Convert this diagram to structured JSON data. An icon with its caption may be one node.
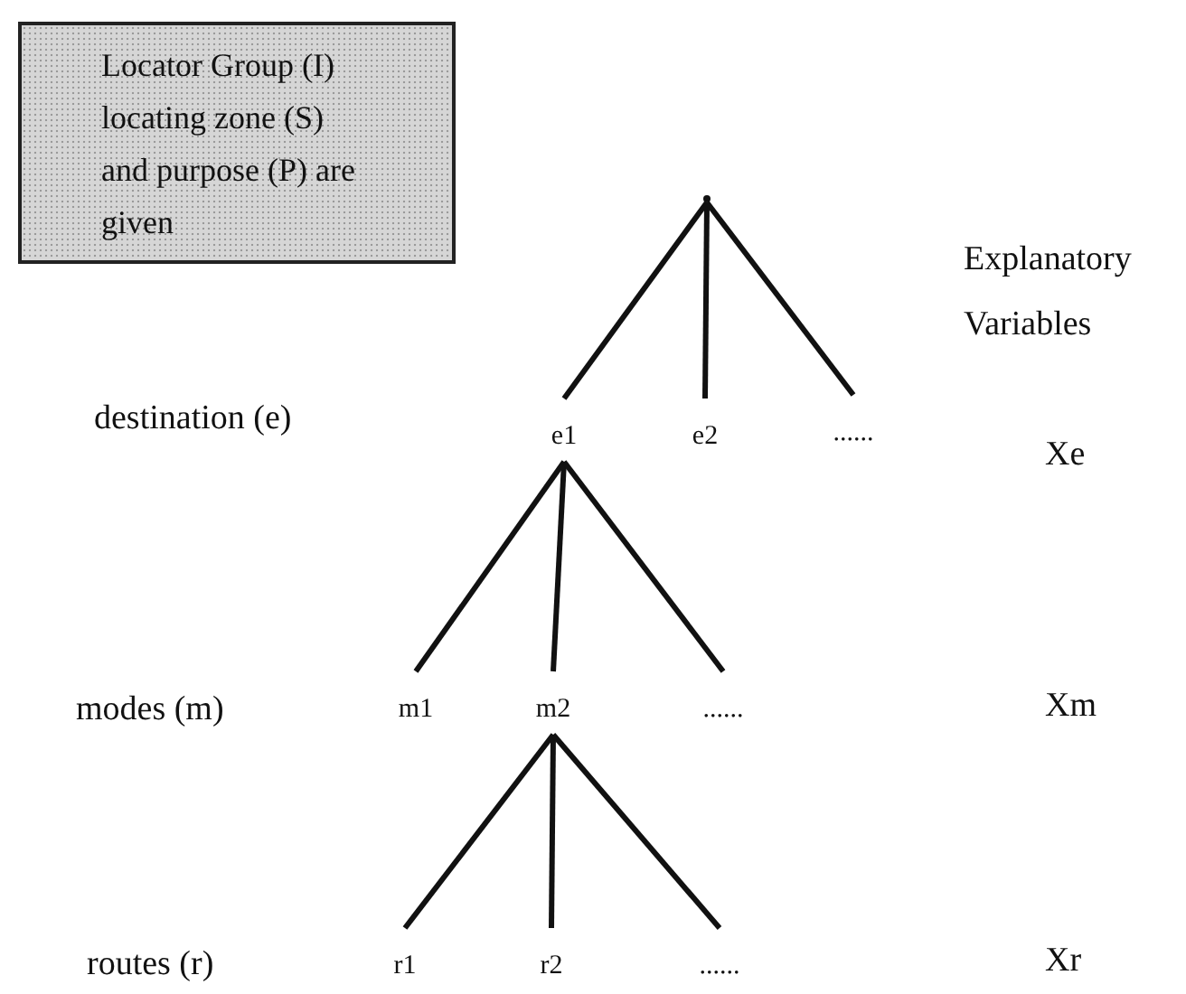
{
  "diagram": {
    "nodes": [
      {
        "text": [
          "Locator Group (I) locating zone (S) and purpose (P) are given"
        ]
      },
      {
        "text": [],
        "shape": "point"
      },
      {
        "text": [
          "e1"
        ]
      },
      {
        "text": [
          "e2"
        ]
      },
      {
        "text": [
          "......"
        ]
      },
      {
        "text": [
          "m1"
        ]
      },
      {
        "text": [
          "m2"
        ]
      },
      {
        "text": [
          "......"
        ]
      },
      {
        "text": [
          "r1"
        ]
      },
      {
        "text": [
          "r2"
        ]
      },
      {
        "text": [
          "......"
        ]
      }
    ],
    "edges": [
      {
        "from": 1,
        "to": 2,
        "arrow": "none"
      },
      {
        "from": 1,
        "to": 3,
        "arrow": "none"
      },
      {
        "from": 1,
        "to": 4,
        "arrow": "none"
      },
      {
        "from": 2,
        "to": 5,
        "arrow": "none"
      },
      {
        "from": 2,
        "to": 6,
        "arrow": "none"
      },
      {
        "from": 2,
        "to": 7,
        "arrow": "none"
      },
      {
        "from": 6,
        "to": 8,
        "arrow": "none"
      },
      {
        "from": 6,
        "to": 9,
        "arrow": "none"
      },
      {
        "from": 6,
        "to": 10,
        "arrow": "none"
      }
    ],
    "labels": [
      "Explanatory Variables",
      "destination (e)",
      "Xe",
      "modes (m)",
      "Xm",
      "routes (r)",
      "Xr"
    ]
  }
}
